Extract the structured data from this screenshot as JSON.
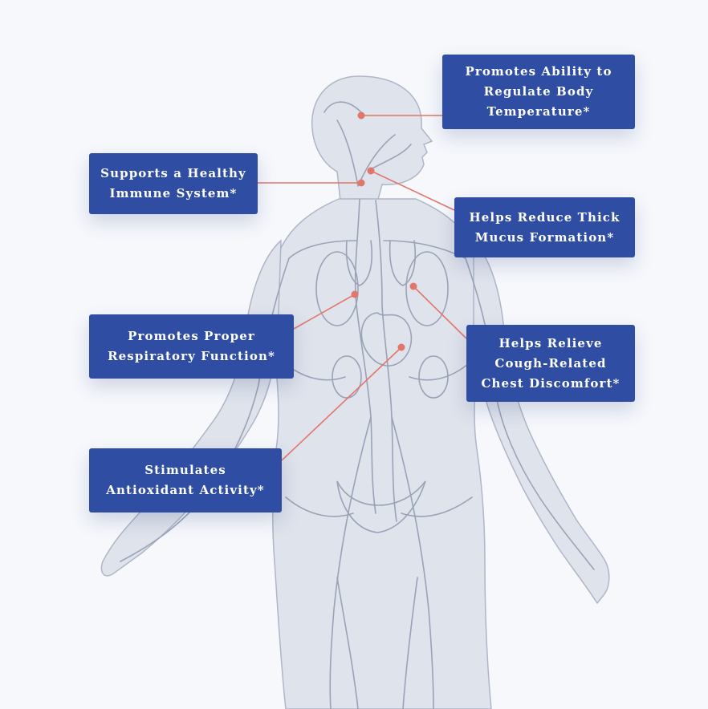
{
  "colors": {
    "background": "#f6f8fc",
    "callout_bg": "#2f4ea3",
    "callout_text": "#ffffff",
    "connector": "#e3766a",
    "figure_fill": "#dfe3ec",
    "figure_stroke": "#aeb6c7",
    "vessel": "#9aa3b6"
  },
  "figure": {
    "icon": "human-circulatory-system-illustration"
  },
  "callouts": [
    {
      "id": "temp",
      "name": "callout-regulate-body-temperature",
      "lines": [
        "Promotes Ability to",
        "Regulate Body",
        "Temperature*"
      ]
    },
    {
      "id": "immune",
      "name": "callout-healthy-immune-system",
      "lines": [
        "Supports a Healthy",
        "Immune System*"
      ]
    },
    {
      "id": "mucus",
      "name": "callout-reduce-mucus-formation",
      "lines": [
        "Helps Reduce Thick",
        "Mucus Formation*"
      ]
    },
    {
      "id": "resp",
      "name": "callout-respiratory-function",
      "lines": [
        "Promotes Proper",
        "Respiratory Function*"
      ]
    },
    {
      "id": "cough",
      "name": "callout-chest-discomfort",
      "lines": [
        "Helps Relieve",
        "Cough-Related",
        "Chest Discomfort*"
      ]
    },
    {
      "id": "antiox",
      "name": "callout-antioxidant-activity",
      "lines": [
        "Stimulates",
        "Antioxidant Activity*"
      ]
    }
  ]
}
